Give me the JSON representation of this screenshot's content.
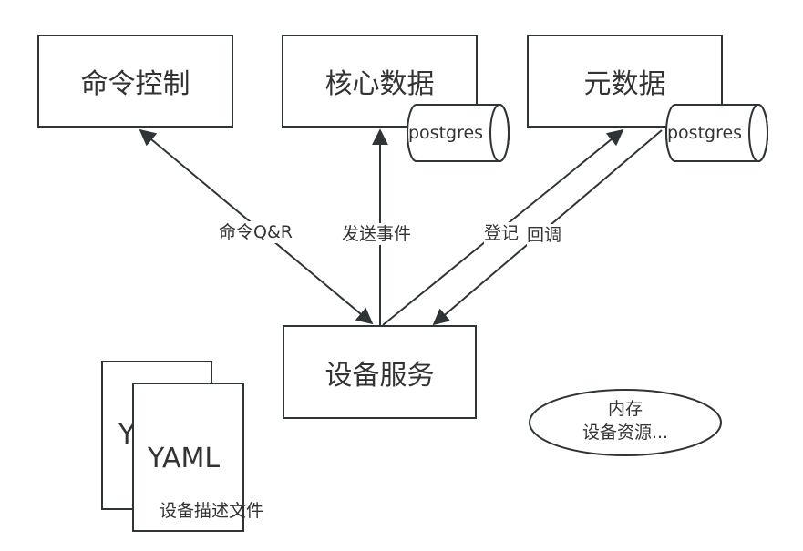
{
  "diagram": {
    "nodes": {
      "command": {
        "label": "命令控制"
      },
      "core_data": {
        "label": "核心数据",
        "db": "postgres"
      },
      "metadata": {
        "label": "元数据",
        "db": "postgres"
      },
      "device_service": {
        "label": "设备服务"
      },
      "yaml_back": {
        "label": "Y"
      },
      "yaml_front": {
        "label": "YAML"
      },
      "yaml_caption": "设备描述文件",
      "memory": {
        "line1": "内存",
        "line2": "设备资源..."
      }
    },
    "edges": [
      {
        "from": "device_service",
        "to": "command",
        "label": "命令Q&R",
        "bidirectional": true
      },
      {
        "from": "device_service",
        "to": "core_data",
        "label": "发送事件"
      },
      {
        "from": "device_service",
        "to": "metadata",
        "label": "登记"
      },
      {
        "from": "metadata",
        "to": "device_service",
        "label": "回调"
      }
    ],
    "colors": {
      "stroke": "#2f3437",
      "text": "#333333",
      "background": "#ffffff"
    }
  }
}
